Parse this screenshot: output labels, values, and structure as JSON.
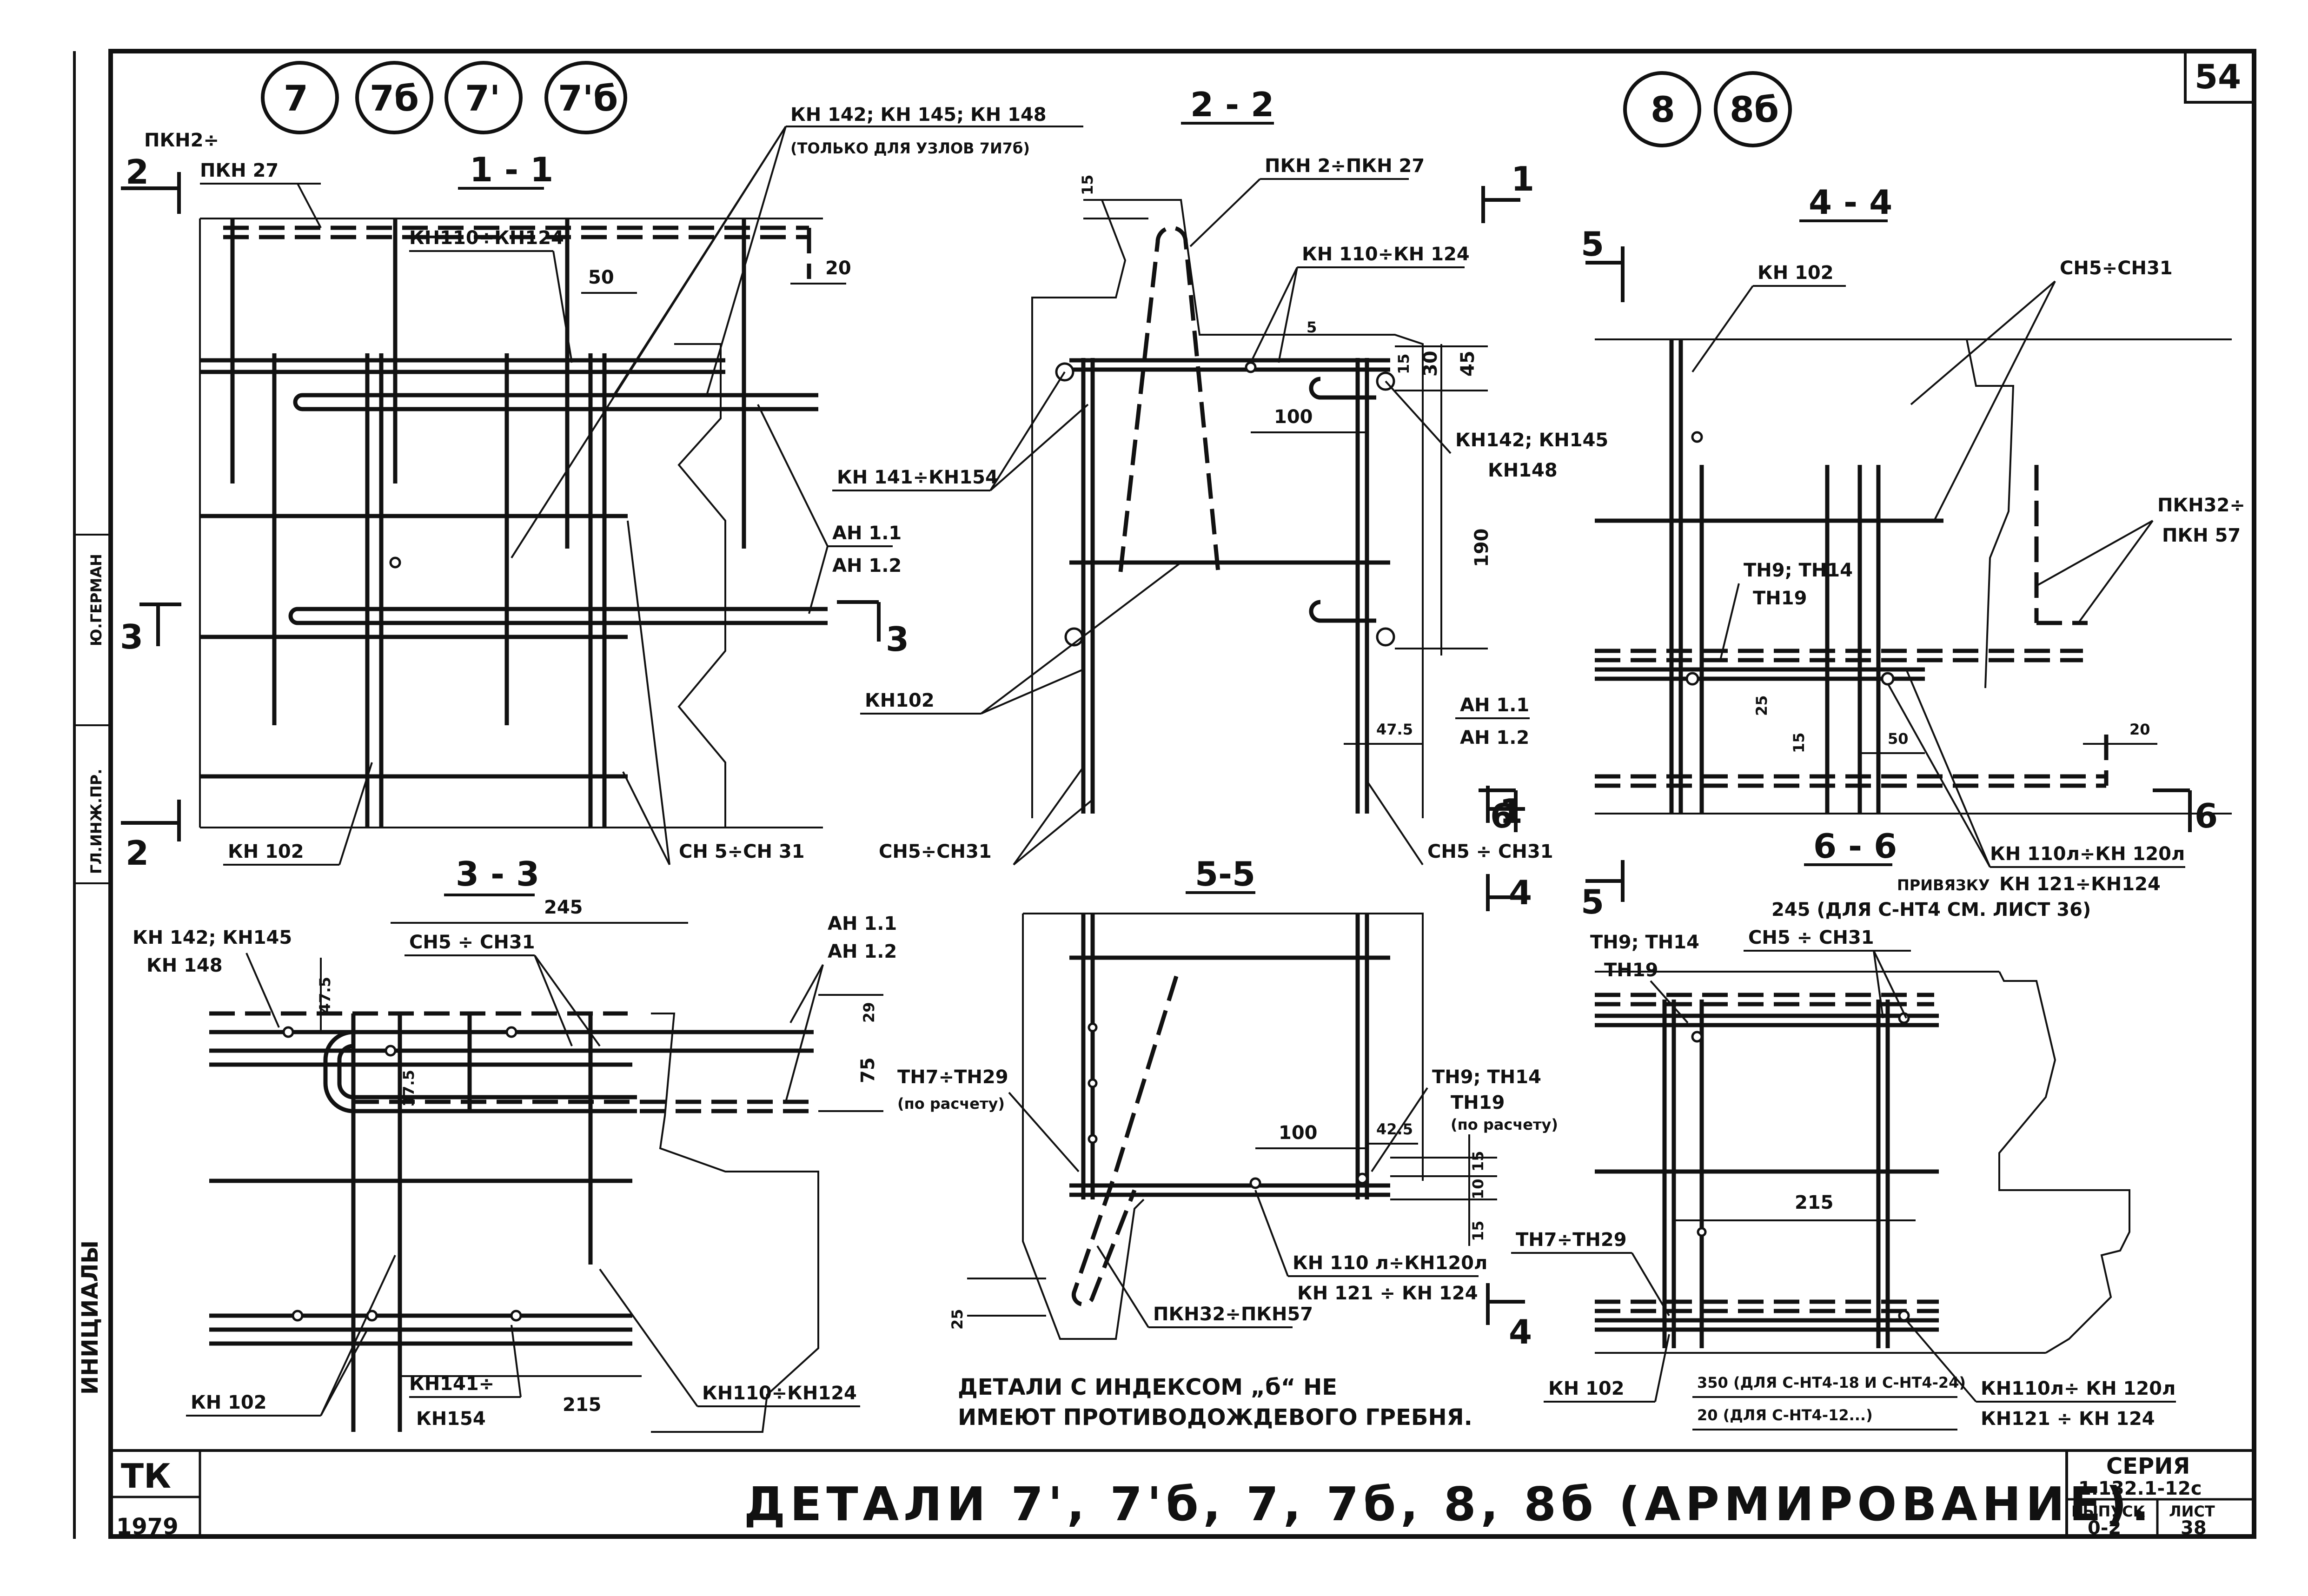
{
  "sheet": {
    "page_number": "54",
    "year": "1979",
    "org": "ТК",
    "title": "ДЕТАЛИ 7', 7'б, 7, 7б, 8, 8б (АРМИРОВАНИЕ).",
    "series_label": "СЕРИЯ",
    "series_value": "1.132.1-12с",
    "issue_label": "ВЫПУСК",
    "issue_value": "0-2",
    "sheet_label": "ЛИСТ",
    "sheet_value": "38",
    "note_line1": "ДЕТАЛИ С ИНДЕКСОМ „б“ НЕ",
    "note_line2": "ИМЕЮТ ПРОТИВОДОЖДЕВОГО ГРЕБНЯ."
  },
  "stamp": {
    "position_label": "ГЛ.ИНЖ.ПР.",
    "name": "Ю.ГЕРМАН",
    "side_text": "ИНИЦИАЛЫ"
  },
  "node_markers": {
    "left": [
      "7",
      "7б",
      "7'",
      "7'б"
    ],
    "right": [
      "8",
      "8б"
    ]
  },
  "sections": {
    "s11": {
      "title": "1 - 1",
      "labels": {
        "pkn_a": "ПКН2÷",
        "pkn_b": "ПКН 27",
        "kn142": "КН 142; КН 145; КН 148",
        "only": "(ТОЛЬКО ДЛЯ УЗЛОВ 7И7б)",
        "kn110": "КН110÷КН124",
        "d50": "50",
        "d20": "20",
        "ah1": "АН 1.1",
        "ah2": "АН 1.2",
        "kn102": "КН 102",
        "ch": "СН 5÷СН 31",
        "cut2a": "2",
        "cut2b": "2",
        "cut3a": "3",
        "cut3b": "3"
      }
    },
    "s22": {
      "title": "2 - 2",
      "labels": {
        "pkn": "ПКН 2÷ПКН 27",
        "d15": "15",
        "kn110": "КН 110÷КН 124",
        "d5": "5",
        "d15b": "15",
        "d30": "30",
        "d45": "45",
        "d100": "100",
        "kn141": "КН 141÷КН154",
        "kn142": "КН142; КН145",
        "kn148": "КН148",
        "d190": "190",
        "kn102": "КН102",
        "ah1": "АН 1.1",
        "ah2": "АН 1.2",
        "d475": "47.5",
        "ch_left": "СН5÷СН31",
        "ch_right": "СН5 ÷ СН31",
        "cut1a": "1",
        "cut1b": "1",
        "cut4": "4"
      }
    },
    "s44": {
      "title": "4 - 4",
      "labels": {
        "cut5a": "5",
        "cut5b": "5",
        "kn102": "КН 102",
        "ch": "СН5÷СН31",
        "pkn_a": "ПКН32÷",
        "pkn_b": "ПКН 57",
        "th_a": "ТН9; ТН14",
        "th_b": "ТН19",
        "d25": "25",
        "d15": "15",
        "d50": "50",
        "d20": "20",
        "cut6a": "6",
        "cut6b": "6",
        "kn110a": "КН 110л÷КН 120л",
        "kn121": "КН 121÷КН124",
        "privyazka": "ПРИВЯЗКУ",
        "d245": "245 (ДЛЯ С-НТ4 СМ. ЛИСТ 36)"
      }
    },
    "s33": {
      "title": "3 - 3",
      "labels": {
        "d245": "245",
        "kn142": "КН 142; КН145",
        "kn148": "КН 148",
        "d475": "47.5",
        "ch": "СН5 ÷ СН31",
        "ah1": "АН 1.1",
        "ah2": "АН 1.2",
        "d29": "29",
        "d75": "75",
        "d375": "37.5",
        "kn102": "КН 102",
        "kn141a": "КН141÷",
        "kn154": "КН154",
        "d215": "215",
        "kn110": "КН110÷КН124"
      }
    },
    "s55": {
      "title": "5-5",
      "labels": {
        "th729": "ТН7÷ТН29",
        "calc": "(по расчету)",
        "th9": "ТН9; ТН14",
        "th19": "ТН19",
        "calc2": "(по расчету)",
        "d100": "100",
        "d425": "42.5",
        "d15": "15",
        "d10": "10",
        "d15b": "15",
        "kn110": "КН 110 л÷КН120л",
        "kn121": "КН 121 ÷ КН 124",
        "d25": "25",
        "pkn": "ПКН32÷ПКН57",
        "cut4": "4"
      }
    },
    "s66": {
      "title": "6 - 6",
      "labels": {
        "th9": "ТН9; ТН14",
        "th19": "ТН19",
        "ch": "СН5 ÷ СН31",
        "d215": "215",
        "th729": "ТН7÷ТН29",
        "kn102": "КН 102",
        "d350": "350 (ДЛЯ С-НТ4-18 И С-НТ4-24)",
        "d20": "20 (ДЛЯ С-НТ4-12...)",
        "kn110": "КН110л÷ КН 120л",
        "kn121": "КН121 ÷ КН 124"
      }
    }
  }
}
